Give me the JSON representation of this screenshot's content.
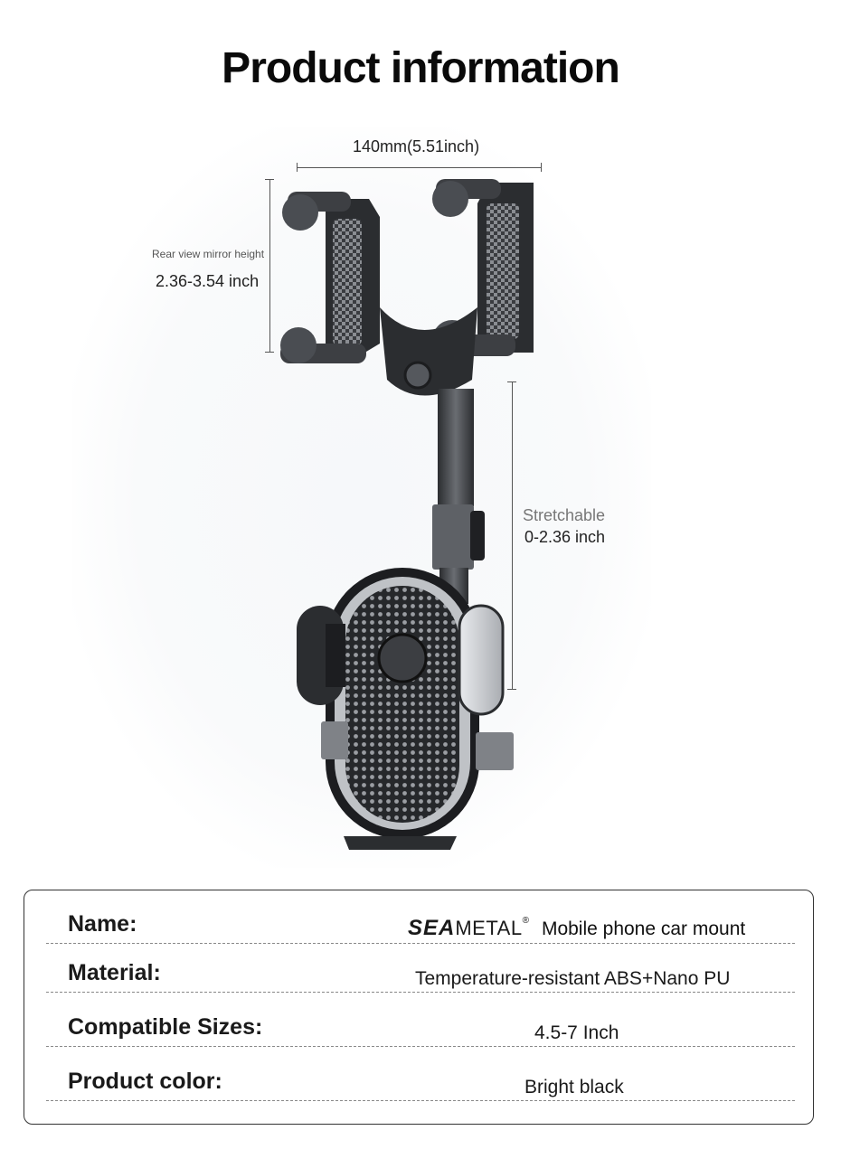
{
  "title": "Product information",
  "dimensions": {
    "width_label": "140mm(5.51inch)",
    "mirror_caption": "Rear view mirror height",
    "mirror_range": "2.36-3.54 inch",
    "stretch_caption": "Stretchable",
    "stretch_range": "0-2.36 inch"
  },
  "specs": {
    "name_label": "Name:",
    "brand_sea": "SEA",
    "brand_metal": "METAL",
    "brand_reg": "®",
    "name_value": "Mobile phone car mount",
    "material_label": "Material:",
    "material_value": "Temperature-resistant ABS+Nano PU",
    "sizes_label": "Compatible Sizes:",
    "sizes_value": "4.5-7 Inch",
    "color_label": "Product color:",
    "color_value": "Bright black"
  },
  "colors": {
    "product_dark": "#2b2d30",
    "product_mid": "#5a5d62",
    "product_light": "#c9ccd0"
  }
}
